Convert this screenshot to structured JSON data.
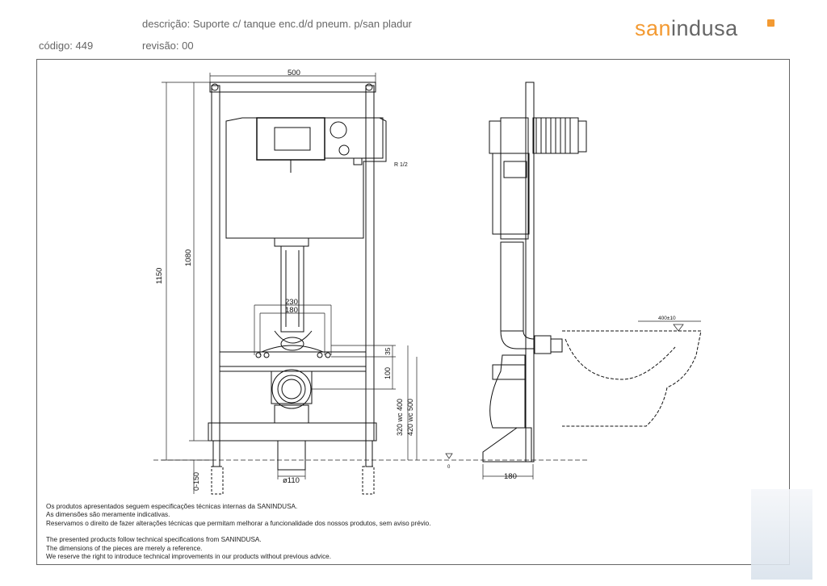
{
  "header": {
    "description": "descrição: Suporte c/ tanque enc.d/d pneum. p/san pladur",
    "code": "código: 449",
    "revision": "revisão: 00"
  },
  "logo": {
    "part1": "san",
    "part2": "indusa"
  },
  "dimensions": {
    "width_top": "500",
    "height_total": "1150",
    "height_frame": "1080",
    "thread": "R 1/2",
    "spacing_230": "230",
    "spacing_180": "180",
    "d35": "35",
    "d100": "100",
    "wc400": "320 wc 400",
    "wc500": "420 wc 500",
    "adjust": "0-150",
    "pipe_diameter": "ø110",
    "depth": "180",
    "level_400": "400±10",
    "zero": "0"
  },
  "notes": {
    "pt1": "Os produtos apresentados seguem especificações técnicas internas da SANINDUSA.",
    "pt2": "As dimensões são meramente indicativas.",
    "pt3": "Reservamos o direito de fazer alterações técnicas que permitam melhorar a funcionalidade dos nossos produtos, sem aviso prévio.",
    "en1": "The presented products follow technical specifications from SANINDUSA.",
    "en2": "The dimensions of the pieces are merely a reference.",
    "en3": "We reserve the right to introduce technical improvements in our products without previous advice."
  }
}
